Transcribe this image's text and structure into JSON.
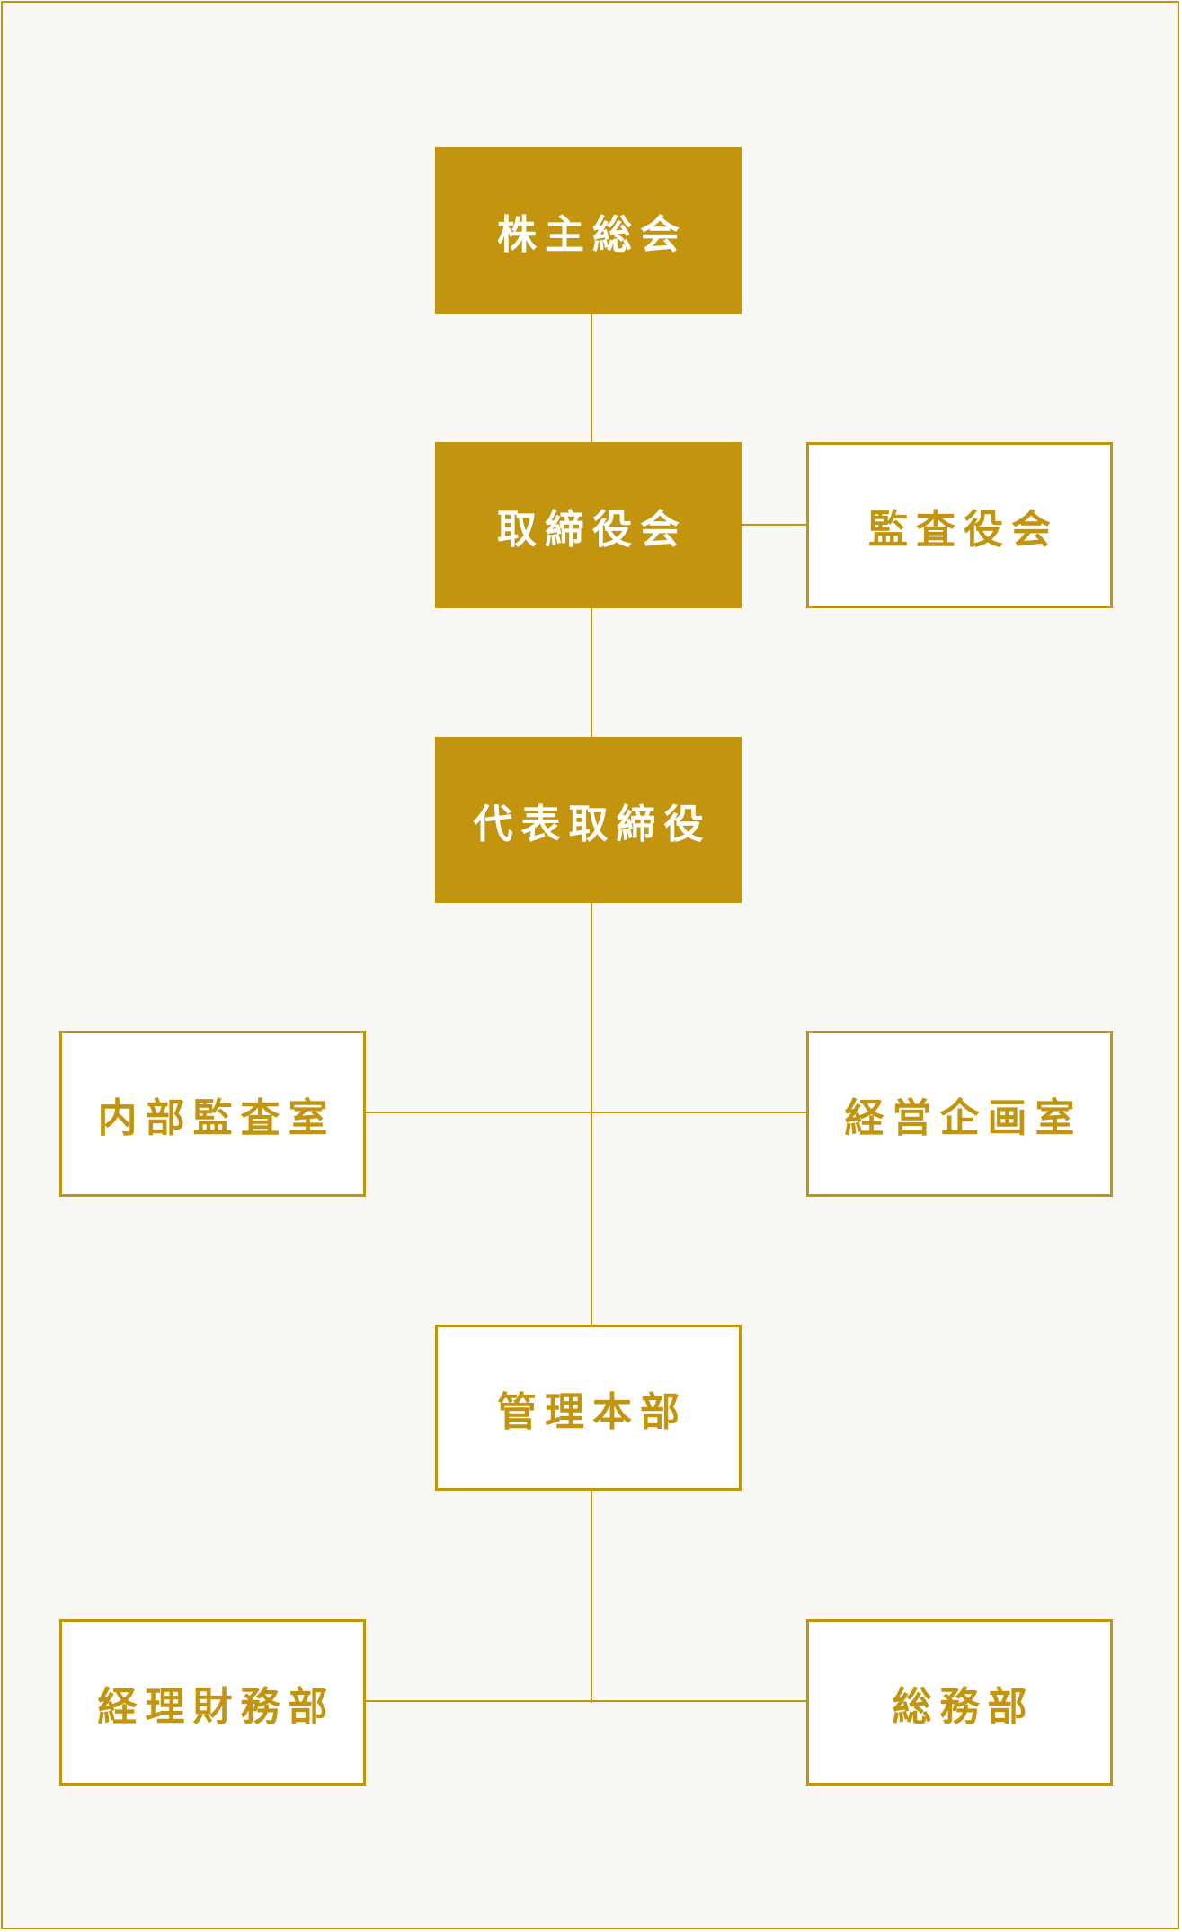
{
  "colors": {
    "accent": "#C3950E",
    "background": "#F9F8F4",
    "box_fill": "#FFFFFF",
    "filled_text": "#FFFFFF"
  },
  "org_chart": {
    "shareholders_meeting": "株主総会",
    "board_of_directors": "取締役会",
    "audit_board": "監査役会",
    "representative_director": "代表取締役",
    "internal_audit_office": "内部監査室",
    "corporate_planning_office": "経営企画室",
    "administration_division": "管理本部",
    "accounting_finance_dept": "経理財務部",
    "general_affairs_dept": "総務部"
  }
}
